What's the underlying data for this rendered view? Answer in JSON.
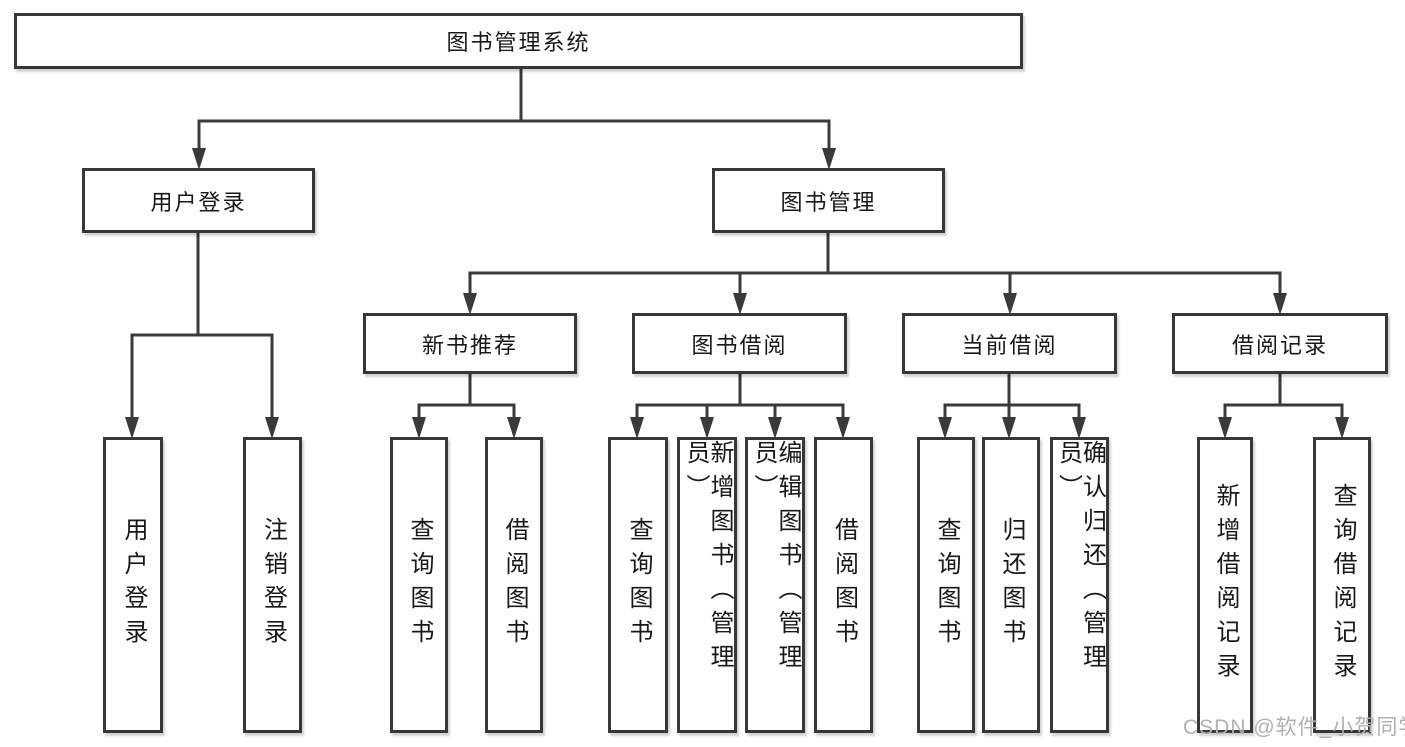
{
  "tree": {
    "label": "图书管理系统",
    "children": [
      {
        "label": "用户登录",
        "children": [
          {
            "label": "用户登录"
          },
          {
            "label": "注销登录"
          }
        ]
      },
      {
        "label": "图书管理",
        "children": [
          {
            "label": "新书推荐",
            "children": [
              {
                "label": "查询图书"
              },
              {
                "label": "借阅图书"
              }
            ]
          },
          {
            "label": "图书借阅",
            "children": [
              {
                "label": "查询图书"
              },
              {
                "label": "新增图书（管理员）"
              },
              {
                "label": "编辑图书（管理员）"
              },
              {
                "label": "借阅图书"
              }
            ]
          },
          {
            "label": "当前借阅",
            "children": [
              {
                "label": "查询图书"
              },
              {
                "label": "归还图书"
              },
              {
                "label": "确认归还（管理员）"
              }
            ]
          },
          {
            "label": "借阅记录",
            "children": [
              {
                "label": "新增借阅记录"
              },
              {
                "label": "查询借阅记录"
              }
            ]
          }
        ]
      }
    ]
  },
  "watermark": {
    "text": "CSDN @软件_小贺同学"
  },
  "colors": {
    "line": "#3a3a3a",
    "text": "#181818",
    "watermark": "#b0b0b0",
    "background": "#ffffff"
  }
}
